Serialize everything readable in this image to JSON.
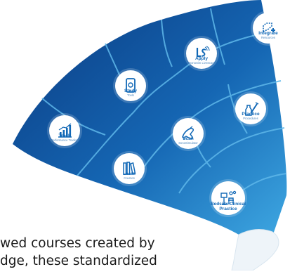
{
  "colors": {
    "fan_dark": "#0c3f86",
    "fan_mid": "#1566b3",
    "fan_light": "#3aa6e0",
    "seam": "#5fb8ea",
    "icon": "#1168b6",
    "text": "#1a1a1a"
  },
  "nodes": {
    "integrate": {
      "title": "Integrate",
      "subtitle": "Resources",
      "icon": "puzzle-plus-icon"
    },
    "apply": {
      "title": "Apply",
      "subtitle": "SonoSim LiveScan",
      "icon": "livescan-logo-icon"
    },
    "study": {
      "title": "Study",
      "subtitle": "Tools",
      "icon": "tablet-icon"
    },
    "practice": {
      "title": "Practice",
      "subtitle": "Procedures",
      "icon": "syringe-bottle-icon"
    },
    "track": {
      "title": "Track",
      "subtitle": "Performance Tracker",
      "icon": "bar-chart-icon"
    },
    "scan": {
      "title": "Scan",
      "subtitle": "SonoSimulator",
      "icon": "probe-hand-icon"
    },
    "learn": {
      "title": "Learn",
      "subtitle": "Courses",
      "icon": "books-icon"
    },
    "bedside": {
      "title": "Bedside Clinical Practice",
      "subtitle": "",
      "icon": "bedside-monitor-icon"
    }
  },
  "body_text": {
    "line1": "wed courses created by",
    "line2": "dge, these standardized"
  }
}
